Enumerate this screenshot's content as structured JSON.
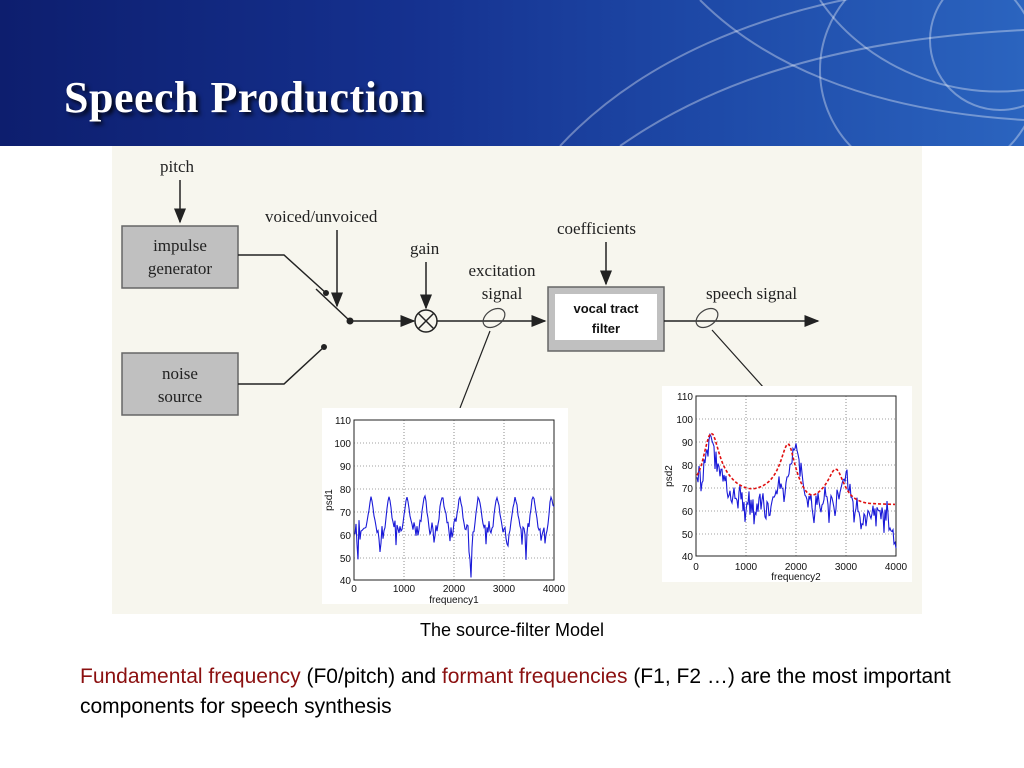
{
  "slide": {
    "title": "Speech Production",
    "caption": "The source-filter Model",
    "body": {
      "term1": "Fundamental frequency",
      "text1": " (F0/pitch) and ",
      "term2": "formant frequencies",
      "text2": " (F1, F2 …) are the most important components for speech synthesis"
    }
  },
  "diagram": {
    "labels": {
      "pitch": "pitch",
      "impulse_line1": "impulse",
      "impulse_line2": "generator",
      "noise_line1": "noise",
      "noise_line2": "source",
      "voiced": "voiced/unvoiced",
      "gain": "gain",
      "excitation_line1": "excitation",
      "excitation_line2": "signal",
      "coefficients": "coefficients",
      "vocal_line1": "vocal tract",
      "vocal_line2": "filter",
      "speech_signal": "speech signal"
    },
    "plot1": {
      "ylabel": "psd1",
      "xlabel": "frequency1",
      "yticks": [
        "110",
        "100",
        "90",
        "80",
        "70",
        "60",
        "50",
        "40"
      ],
      "xticks": [
        "0",
        "1000",
        "2000",
        "3000",
        "4000"
      ]
    },
    "plot2": {
      "ylabel": "psd2",
      "xlabel": "frequency2",
      "yticks": [
        "110",
        "100",
        "90",
        "80",
        "70",
        "60",
        "50",
        "40"
      ],
      "xticks": [
        "0",
        "1000",
        "2000",
        "3000",
        "4000"
      ]
    }
  },
  "colors": {
    "header_dark": "#0d1e6e",
    "accent_red": "#8b1010",
    "plot_blue": "#1a1ad8",
    "envelope_red": "#e01010",
    "block_gray": "#c0c0c0"
  }
}
